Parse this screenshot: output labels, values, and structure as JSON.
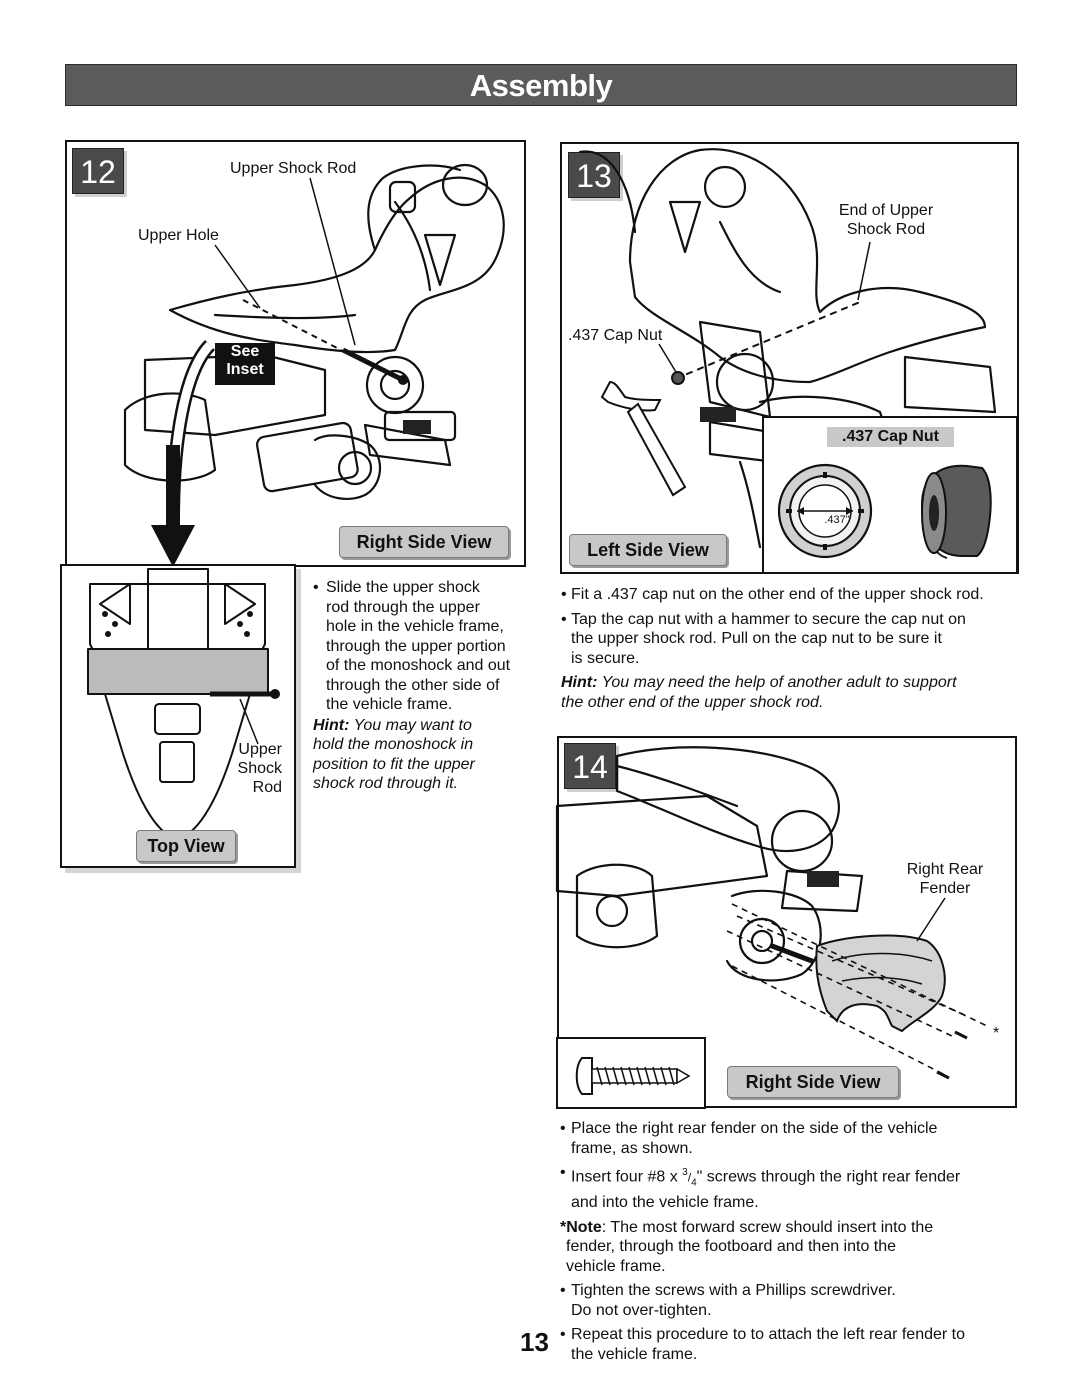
{
  "header": {
    "title": "Assembly"
  },
  "step12": {
    "number": "12",
    "callouts": {
      "upper_shock_rod": "Upper Shock Rod",
      "upper_hole": "Upper Hole",
      "see_inset_line1": "See",
      "see_inset_line2": "Inset"
    },
    "view_label": "Right Side View",
    "top_view": {
      "label": "Top View",
      "callout_line1": "Upper",
      "callout_line2": "Shock",
      "callout_line3": "Rod"
    },
    "instructions": {
      "bullet": "•",
      "lines": [
        "Slide the upper shock",
        "rod through the upper",
        "hole in the vehicle frame,",
        "through the upper portion",
        "of the monoshock and out",
        "through the other side of",
        "the vehicle frame."
      ],
      "hint_label": "Hint:",
      "hint_lines": [
        " You may want to",
        "hold the monoshock in",
        "position to fit the upper",
        "shock rod through it."
      ]
    }
  },
  "step13": {
    "number": "13",
    "callouts": {
      "end_line1": "End of Upper",
      "end_line2": "Shock Rod",
      "cap_nut": ".437 Cap Nut"
    },
    "inset": {
      "title": ".437 Cap Nut",
      "size_mark": ".437\""
    },
    "view_label": "Left Side View",
    "instructions": {
      "b1": "Fit a .437 cap nut on the other end of the upper shock rod.",
      "b2_lines": [
        "Tap the cap nut with a hammer to secure the cap nut on",
        "the upper shock rod. Pull on the cap nut to be sure it",
        "is secure."
      ],
      "hint_label": "Hint:",
      "hint_lines": [
        " You may need the help of another adult to support",
        "the other end of the upper shock rod."
      ]
    }
  },
  "step14": {
    "number": "14",
    "callouts": {
      "fender_line1": "Right Rear",
      "fender_line2": "Fender",
      "asterisk": "*"
    },
    "view_label": "Right Side View",
    "instructions": {
      "b1_lines": [
        "Place the right rear fender on the side of the vehicle",
        "frame, as shown."
      ],
      "b2_pre": "Insert four #8 x ",
      "b2_num": "3",
      "b2_den": "4",
      "b2_post": "\" screws through the right rear fender",
      "b2_line2": "and into the vehicle frame.",
      "note_label": "*Note",
      "note_lines": [
        ": The most forward screw should insert into the",
        "fender, through the footboard and then into the",
        "vehicle frame."
      ],
      "b3_lines": [
        "Tighten the screws with a Phillips screwdriver.",
        "Do not over-tighten."
      ],
      "b4_lines": [
        "Repeat this procedure to to attach the left rear fender to",
        "the vehicle frame."
      ]
    }
  },
  "footer": {
    "page_number": "13"
  }
}
